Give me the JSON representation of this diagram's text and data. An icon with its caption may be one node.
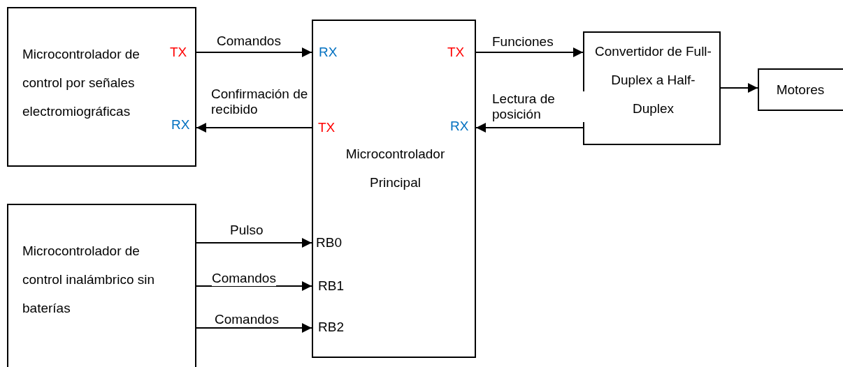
{
  "diagram": {
    "nodes": [
      {
        "text": [
          "Microcontrolador de control por señales electromiográficas"
        ]
      },
      {
        "text": [
          "Microcontrolador de control inalámbrico sin baterías"
        ]
      },
      {
        "text": [
          "Microcontrolador Principal"
        ]
      },
      {
        "text": [
          "Convertidor de Full-Duplex a Half-Duplex"
        ]
      },
      {
        "text": [
          "Motores"
        ]
      }
    ],
    "edges": [
      {
        "from": 0,
        "to": 2,
        "arrow": "to",
        "label": "Comandos"
      },
      {
        "from": 2,
        "to": 0,
        "arrow": "to",
        "label": "Confirmación de recibido"
      },
      {
        "from": 2,
        "to": 3,
        "arrow": "to",
        "label": "Funciones"
      },
      {
        "from": 3,
        "to": 2,
        "arrow": "to",
        "label": "Lectura de posición"
      },
      {
        "from": 3,
        "to": 4,
        "arrow": "to"
      },
      {
        "from": 1,
        "to": 2,
        "arrow": "to",
        "label": "Pulso"
      },
      {
        "from": 1,
        "to": 2,
        "arrow": "to",
        "label": "Comandos"
      },
      {
        "from": 1,
        "to": 2,
        "arrow": "to",
        "label": "Comandos"
      }
    ],
    "labels": [
      "TX",
      "RX",
      "RX",
      "TX",
      "TX",
      "RX",
      "RB0",
      "RB1",
      "RB2"
    ]
  }
}
